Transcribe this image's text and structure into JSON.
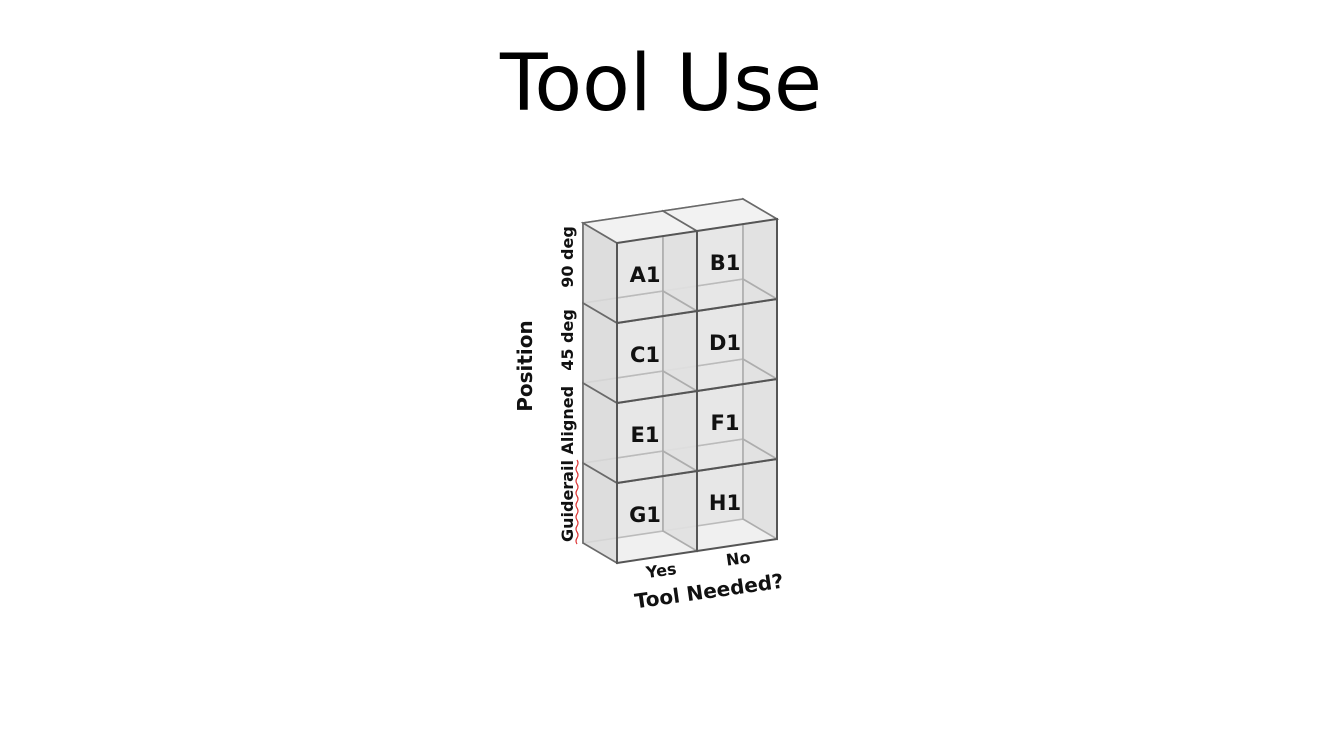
{
  "title": "Tool Use",
  "axes": {
    "x_title": "Tool Needed?",
    "y_title": "Position",
    "x_ticks": [
      "Yes",
      "No"
    ],
    "y_ticks": [
      "90 deg",
      "45 deg",
      "Guiderail Aligned"
    ]
  },
  "cells": [
    [
      "A1",
      "B1"
    ],
    [
      "C1",
      "D1"
    ],
    [
      "E1",
      "F1"
    ],
    [
      "G1",
      "H1"
    ]
  ],
  "colors": {
    "cube_fill": "#e4e4e4",
    "cube_edge": "#555555",
    "spellcheck_underline": "#dd3333"
  }
}
